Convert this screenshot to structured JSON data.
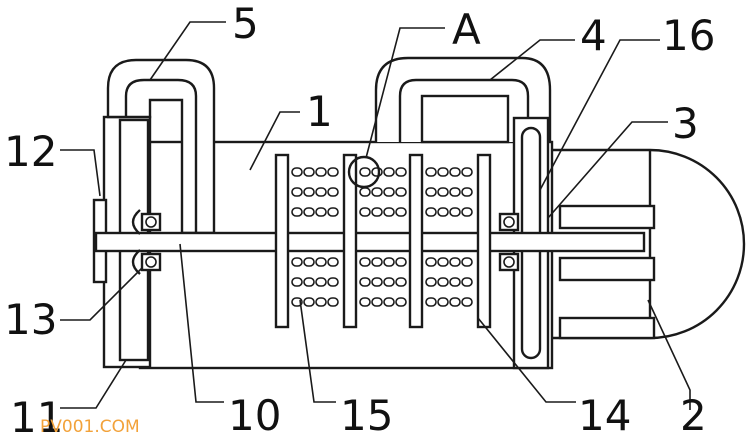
{
  "labels": {
    "l1": "1",
    "l2": "2",
    "l3": "3",
    "l4": "4",
    "l5": "5",
    "l10": "10",
    "l11": "11",
    "l12": "12",
    "l13": "13",
    "l14": "14",
    "l15": "15",
    "l16": "16",
    "lA": "A"
  },
  "watermark": "PV001.COM"
}
